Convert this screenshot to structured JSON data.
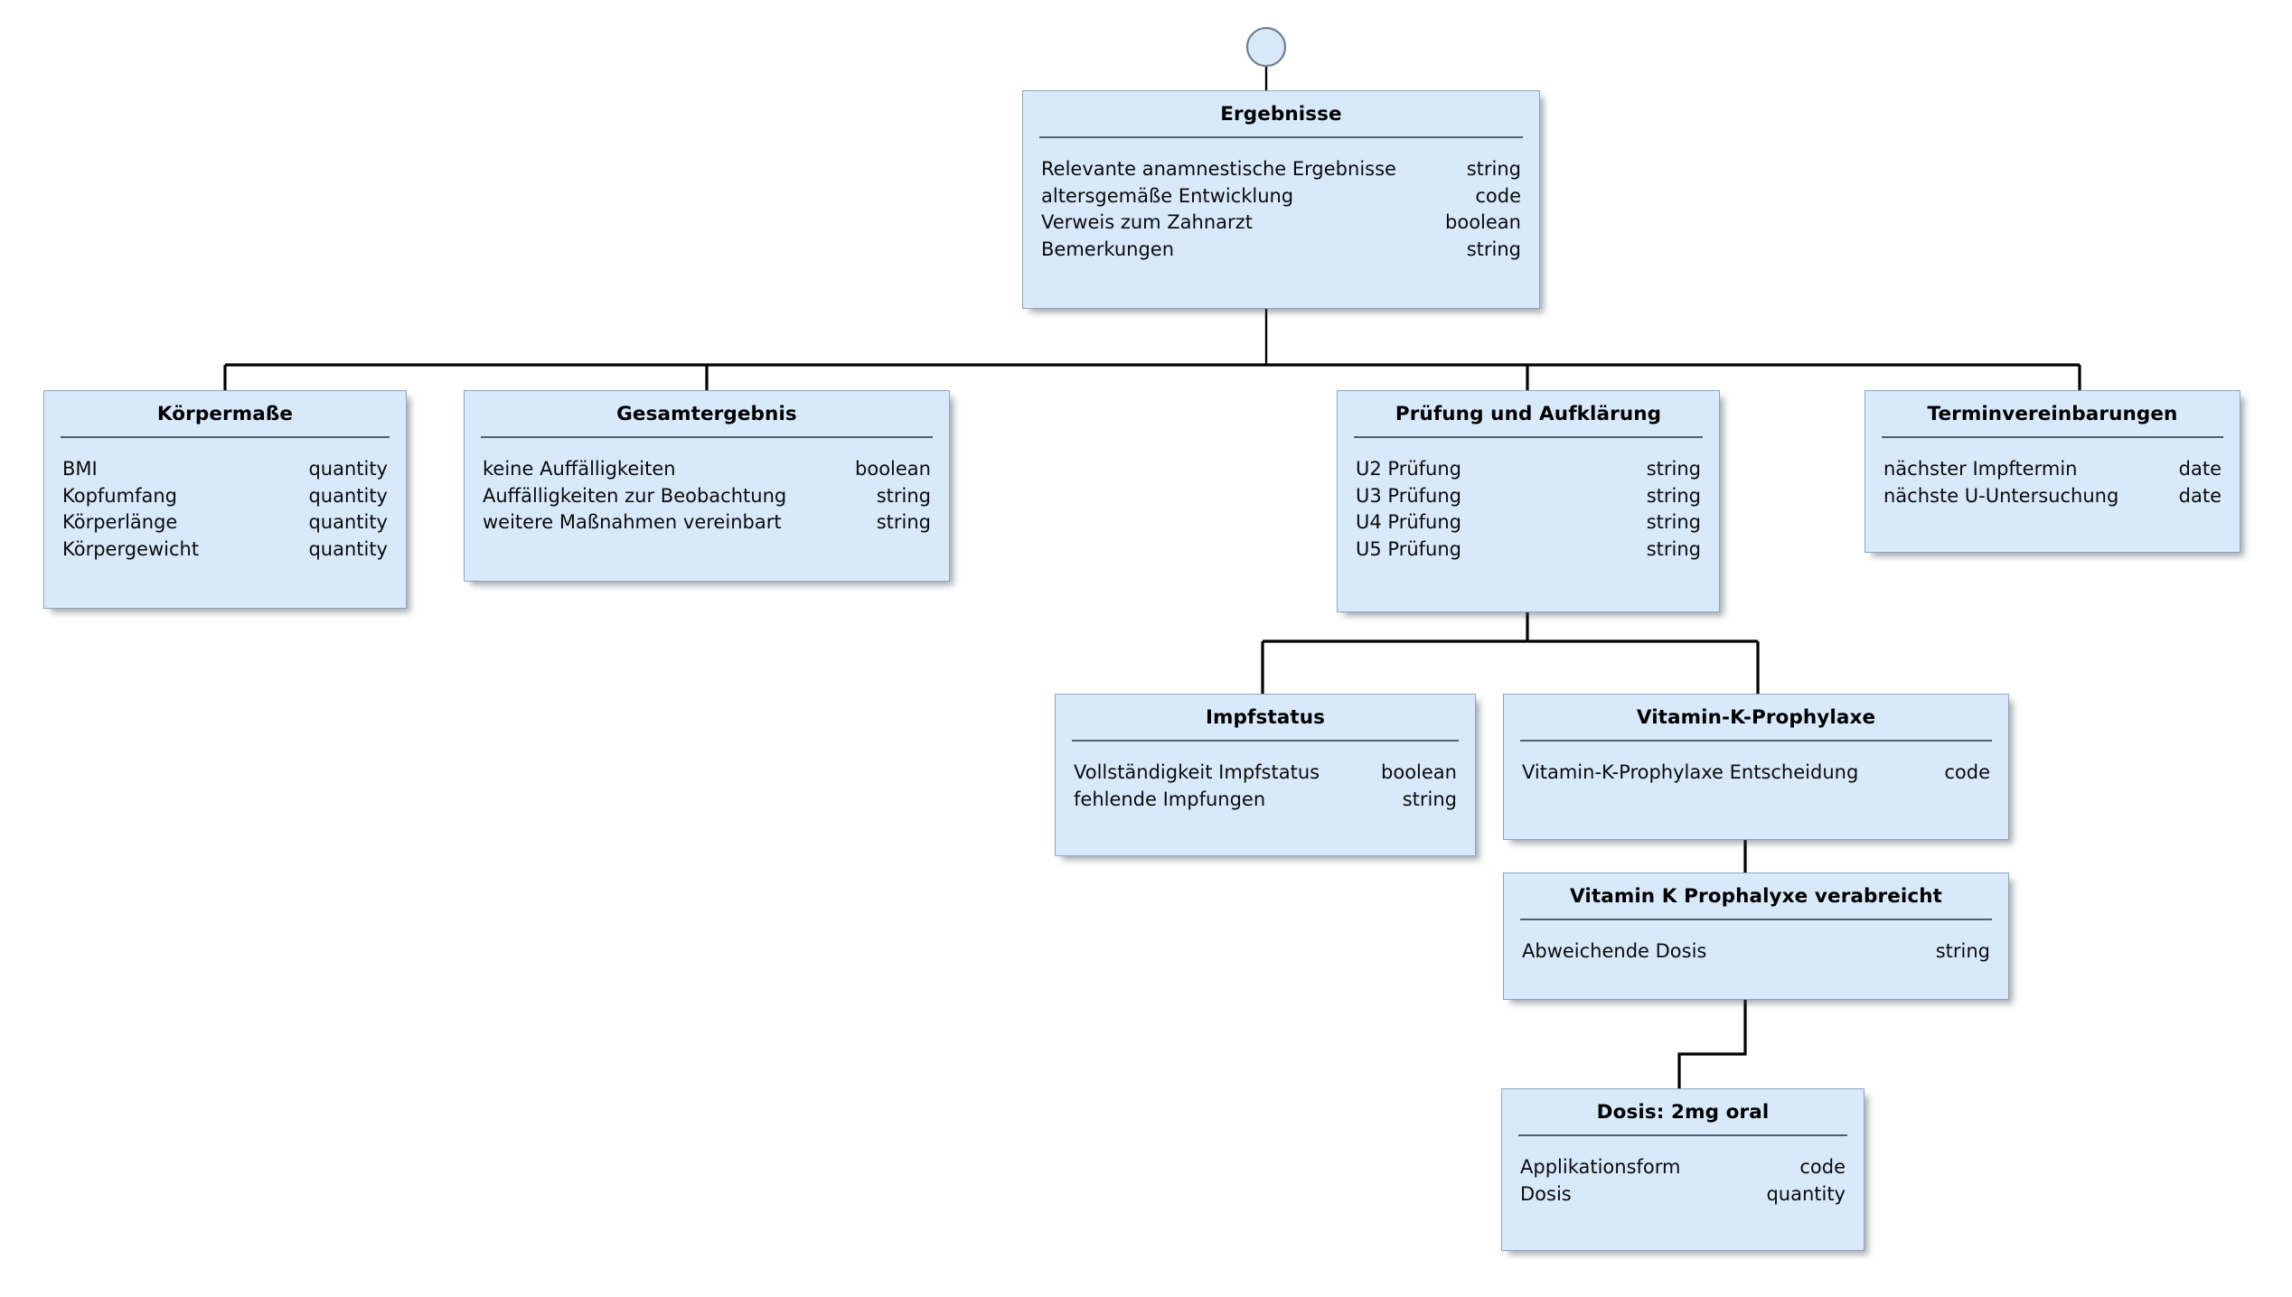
{
  "diagram": {
    "type": "uml-class-hierarchy",
    "title": "",
    "language": "de",
    "colors": {
      "box_fill": "#d8e9fb",
      "box_border": "#8ea4bd",
      "separator": "#4d6070",
      "connector": "#000000",
      "root_dot_fill": "#d8e8fa",
      "root_dot_border": "#6f7f8f",
      "background": "#ffffff",
      "text": "#000000"
    },
    "root_connector": "root-dot",
    "nodes": [
      {
        "id": "ergebnisse",
        "title": "Ergebnisse",
        "attrs": [
          {
            "name": "Relevante anamnestische Ergebnisse",
            "type": "string"
          },
          {
            "name": "altersgemäße Entwicklung",
            "type": "code"
          },
          {
            "name": "Verweis zum Zahnarzt",
            "type": "boolean"
          },
          {
            "name": "Bemerkungen",
            "type": "string"
          }
        ]
      },
      {
        "id": "koerpermasse",
        "title": "Körpermaße",
        "attrs": [
          {
            "name": "BMI",
            "type": "quantity"
          },
          {
            "name": "Kopfumfang",
            "type": "quantity"
          },
          {
            "name": "Körperlänge",
            "type": "quantity"
          },
          {
            "name": "Körpergewicht",
            "type": "quantity"
          }
        ]
      },
      {
        "id": "gesamtergebnis",
        "title": "Gesamtergebnis",
        "attrs": [
          {
            "name": "keine Auffälligkeiten",
            "type": "boolean"
          },
          {
            "name": "Auffälligkeiten zur Beobachtung",
            "type": "string"
          },
          {
            "name": "weitere Maßnahmen vereinbart",
            "type": "string"
          }
        ]
      },
      {
        "id": "pruefung",
        "title": "Prüfung und Aufklärung",
        "attrs": [
          {
            "name": "U2 Prüfung",
            "type": "string"
          },
          {
            "name": "U3 Prüfung",
            "type": "string"
          },
          {
            "name": "U4 Prüfung",
            "type": "string"
          },
          {
            "name": "U5 Prüfung",
            "type": "string"
          }
        ]
      },
      {
        "id": "termine",
        "title": "Terminvereinbarungen",
        "attrs": [
          {
            "name": "nächster Impftermin",
            "type": "date"
          },
          {
            "name": "nächste U-Untersuchung",
            "type": "date"
          }
        ]
      },
      {
        "id": "impfstatus",
        "title": "Impfstatus",
        "attrs": [
          {
            "name": "Vollständigkeit Impfstatus",
            "type": "boolean"
          },
          {
            "name": "fehlende Impfungen",
            "type": "string"
          }
        ]
      },
      {
        "id": "vitk",
        "title": "Vitamin-K-Prophylaxe",
        "attrs": [
          {
            "name": "Vitamin-K-Prophylaxe Entscheidung",
            "type": "code"
          }
        ]
      },
      {
        "id": "vitk-verabreicht",
        "title": "Vitamin K Prophalyxe verabreicht",
        "attrs": [
          {
            "name": "Abweichende Dosis",
            "type": "string"
          }
        ]
      },
      {
        "id": "dosis",
        "title": "Dosis: 2mg oral",
        "attrs": [
          {
            "name": "Applikationsform",
            "type": "code"
          },
          {
            "name": "Dosis",
            "type": "quantity"
          }
        ]
      }
    ],
    "edges": [
      {
        "from": "root-dot",
        "to": "ergebnisse"
      },
      {
        "from": "ergebnisse",
        "to": "koerpermasse"
      },
      {
        "from": "ergebnisse",
        "to": "gesamtergebnis"
      },
      {
        "from": "ergebnisse",
        "to": "pruefung"
      },
      {
        "from": "ergebnisse",
        "to": "termine"
      },
      {
        "from": "pruefung",
        "to": "impfstatus"
      },
      {
        "from": "pruefung",
        "to": "vitk"
      },
      {
        "from": "vitk",
        "to": "vitk-verabreicht"
      },
      {
        "from": "vitk-verabreicht",
        "to": "dosis"
      }
    ]
  }
}
